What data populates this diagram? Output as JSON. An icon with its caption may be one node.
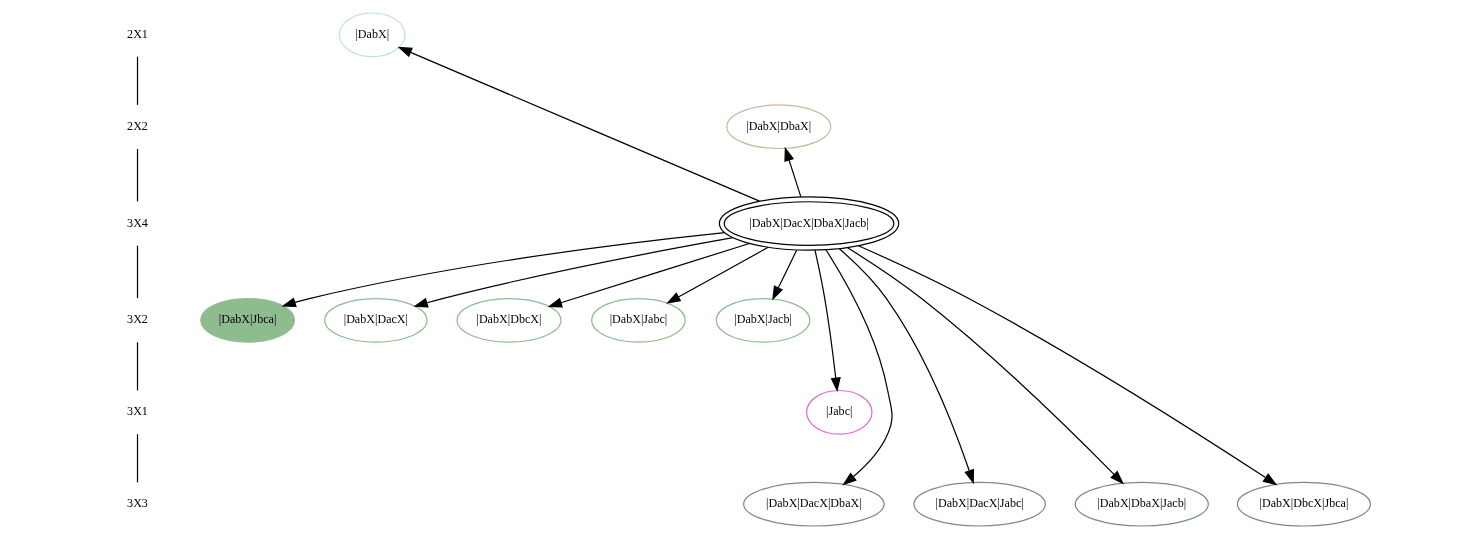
{
  "diagram": {
    "nodes": [
      {
        "text": [
          "2X1"
        ]
      },
      {
        "text": [
          "|DabX|"
        ]
      },
      {
        "text": [
          "2X2"
        ]
      },
      {
        "text": [
          "|DabX|DbaX|"
        ]
      },
      {
        "text": [
          "3X4"
        ]
      },
      {
        "text": [
          "|DabX|DacX|DbaX|Jacb|"
        ]
      },
      {
        "text": [
          "3X2"
        ]
      },
      {
        "text": [
          "|DabX|Jbca|"
        ]
      },
      {
        "text": [
          "|DabX|DacX|"
        ]
      },
      {
        "text": [
          "|DabX|DbcX|"
        ]
      },
      {
        "text": [
          "|DabX|Jabc|"
        ]
      },
      {
        "text": [
          "|DabX|Jacb|"
        ]
      },
      {
        "text": [
          "3X1"
        ]
      },
      {
        "text": [
          "|Jabc|"
        ]
      },
      {
        "text": [
          "3X3"
        ]
      },
      {
        "text": [
          "|DabX|DacX|DbaX|"
        ]
      },
      {
        "text": [
          "|DabX|DacX|Jabc|"
        ]
      },
      {
        "text": [
          "|DabX|DbaX|Jacb|"
        ]
      },
      {
        "text": [
          "|DabX|DbcX|Jbca|"
        ]
      }
    ],
    "edges": [
      {
        "from": 0,
        "to": 2,
        "arrow": "none"
      },
      {
        "from": 2,
        "to": 4,
        "arrow": "none"
      },
      {
        "from": 4,
        "to": 6,
        "arrow": "none"
      },
      {
        "from": 6,
        "to": 12,
        "arrow": "none"
      },
      {
        "from": 12,
        "to": 14,
        "arrow": "none"
      },
      {
        "from": 5,
        "to": 1,
        "arrow": "to"
      },
      {
        "from": 5,
        "to": 3,
        "arrow": "to"
      },
      {
        "from": 5,
        "to": 7,
        "arrow": "to"
      },
      {
        "from": 5,
        "to": 8,
        "arrow": "to"
      },
      {
        "from": 5,
        "to": 9,
        "arrow": "to"
      },
      {
        "from": 5,
        "to": 10,
        "arrow": "to"
      },
      {
        "from": 5,
        "to": 11,
        "arrow": "to"
      },
      {
        "from": 5,
        "to": 13,
        "arrow": "to"
      },
      {
        "from": 5,
        "to": 15,
        "arrow": "to"
      },
      {
        "from": 5,
        "to": 16,
        "arrow": "to"
      },
      {
        "from": 5,
        "to": 17,
        "arrow": "to"
      },
      {
        "from": 5,
        "to": 18,
        "arrow": "to"
      }
    ]
  }
}
